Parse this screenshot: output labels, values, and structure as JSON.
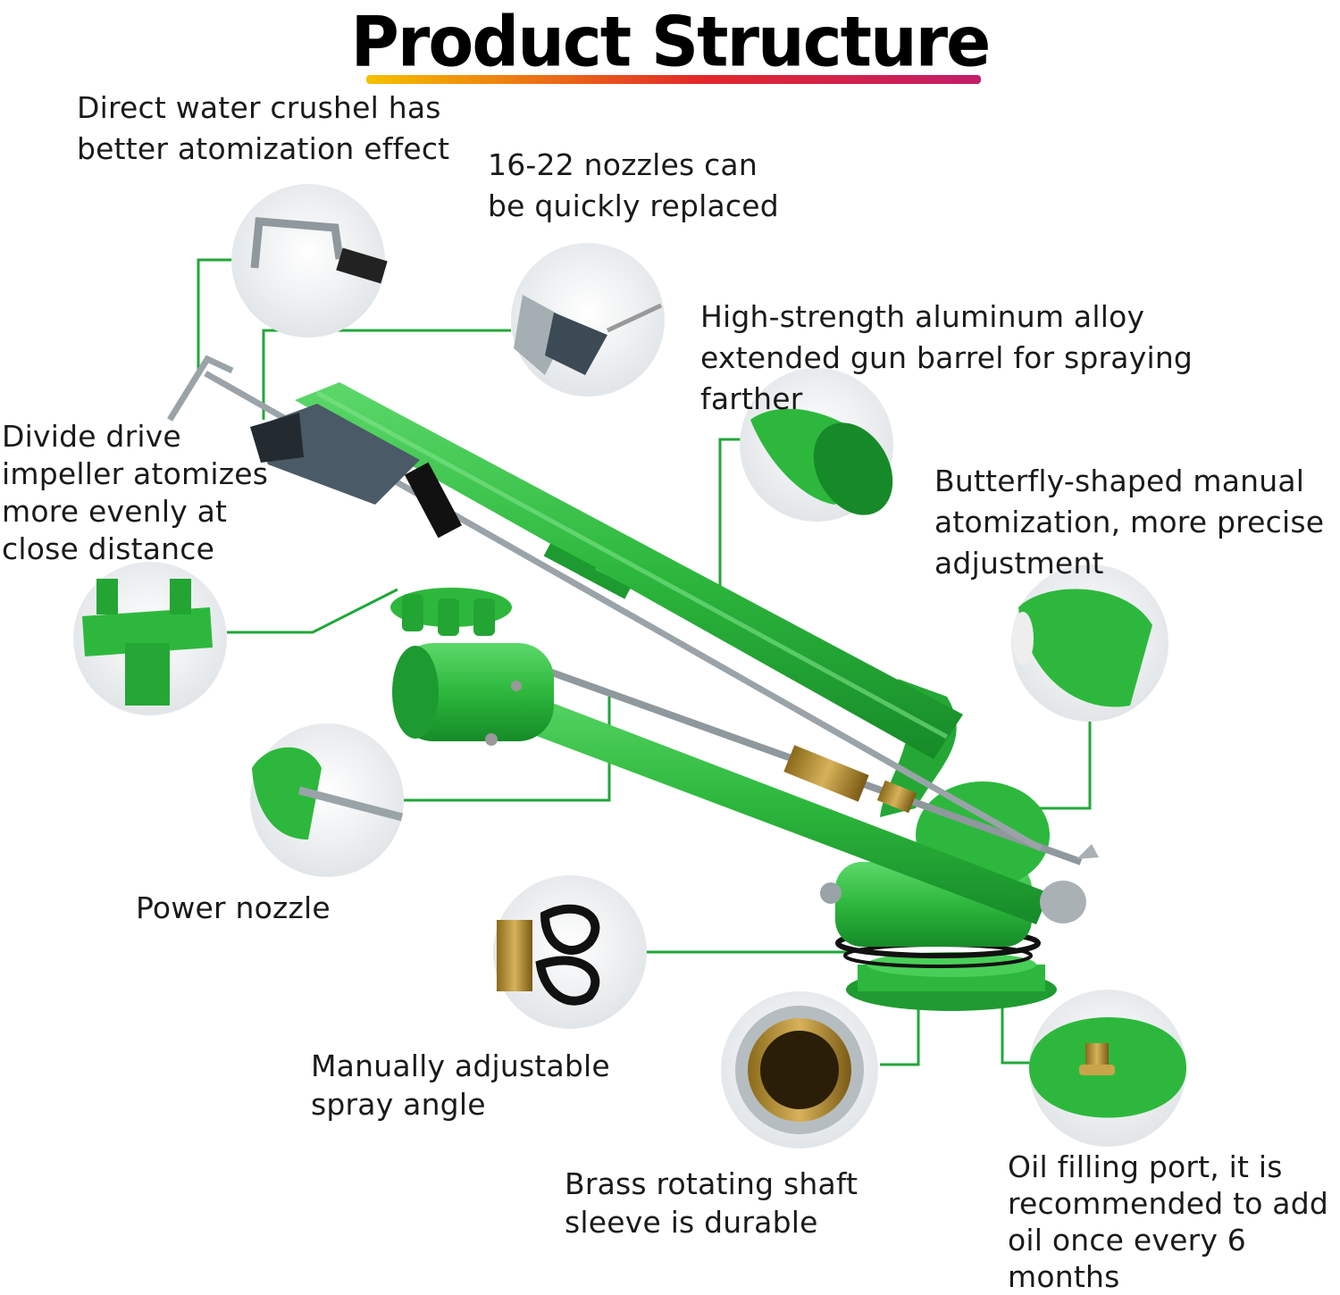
{
  "title": "Product Structure",
  "colors": {
    "accent_green": "#2db83d",
    "leader_line": "#22a63a",
    "metal": "#9aa3a8",
    "underline_gradient": [
      "#f5c000",
      "#e2262a",
      "#c21e6a"
    ]
  },
  "callouts": [
    {
      "id": "direct-water-crusher",
      "lines": [
        "Direct water crushel has",
        "better atomization effect"
      ]
    },
    {
      "id": "nozzles",
      "lines": [
        "16-22 nozzles can",
        "be quickly replaced"
      ]
    },
    {
      "id": "gun-barrel",
      "lines": [
        "High-strength aluminum alloy",
        "extended gun barrel for spraying",
        "farther"
      ]
    },
    {
      "id": "impeller",
      "lines": [
        "Divide drive",
        "impeller atomizes",
        "more evenly at",
        "close distance"
      ]
    },
    {
      "id": "butterfly",
      "lines": [
        "Butterfly-shaped manual",
        "atomization, more precise",
        "adjustment"
      ]
    },
    {
      "id": "power-nozzle",
      "lines": [
        "Power nozzle"
      ]
    },
    {
      "id": "spray-angle",
      "lines": [
        "Manually adjustable",
        "spray angle"
      ]
    },
    {
      "id": "shaft-sleeve",
      "lines": [
        "Brass rotating shaft",
        "sleeve is durable"
      ]
    },
    {
      "id": "oil-port",
      "lines": [
        "Oil filling port, it is",
        "recommended to add",
        "oil once every 6",
        "months"
      ]
    }
  ]
}
